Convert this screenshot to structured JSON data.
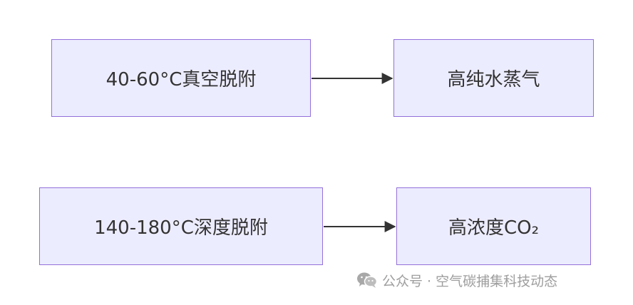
{
  "diagram": {
    "nodes": {
      "vacuum_desorption": "40-60°C真空脱附",
      "high_purity_steam": "高纯水蒸气",
      "deep_desorption": "140-180°C深度脱附",
      "high_conc_co2": "高浓度CO₂"
    },
    "edges": [
      {
        "from": "vacuum_desorption",
        "to": "high_purity_steam"
      },
      {
        "from": "deep_desorption",
        "to": "high_conc_co2"
      }
    ],
    "colors": {
      "node_fill": "#ececff",
      "node_border": "#9370db",
      "edge": "#333333"
    }
  },
  "watermark": {
    "icon": "wechat-icon",
    "text": "公众号 · 空气碳捕集科技动态"
  }
}
